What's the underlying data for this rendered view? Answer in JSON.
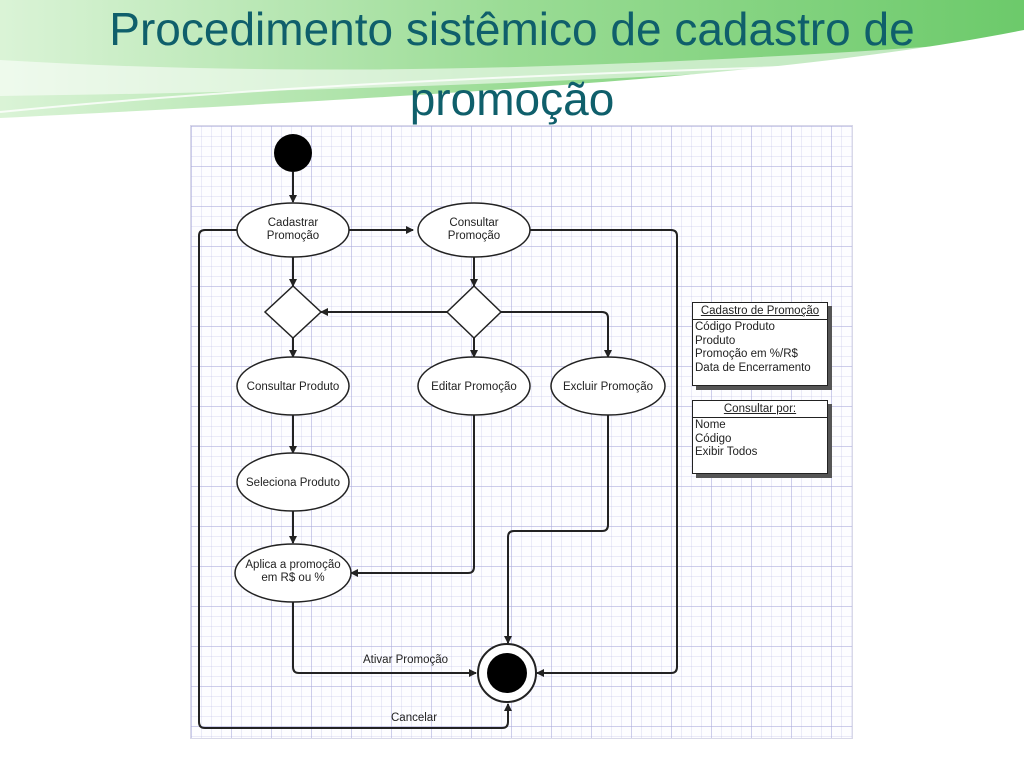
{
  "slide": {
    "title": "Procedimento sistêmico de cadastro de promoção"
  },
  "colors": {
    "title": "#0f5f6b",
    "banner_green": "#7ed07a",
    "stroke": "#222222"
  },
  "diagram": {
    "nodes": {
      "cadastrar": "Cadastrar Promoção",
      "consultar_promocao": "Consultar Promoção",
      "consultar_produto": "Consultar Produto",
      "editar": "Editar Promoção",
      "excluir": "Excluir Promoção",
      "seleciona": "Seleciona Produto",
      "aplica": "Aplica a promoção em R$ ou %"
    },
    "edges": {
      "ativar": "Ativar Promoção",
      "cancelar": "Cancelar"
    },
    "tables": {
      "cadastro": {
        "title": "Cadastro de Promoção",
        "rows": [
          "Código Produto",
          "Produto",
          "Promoção em %/R$",
          "Data de Encerramento"
        ]
      },
      "consultar": {
        "title": "Consultar por:",
        "rows": [
          "Nome",
          "Código",
          "Exibir Todos"
        ]
      }
    }
  }
}
